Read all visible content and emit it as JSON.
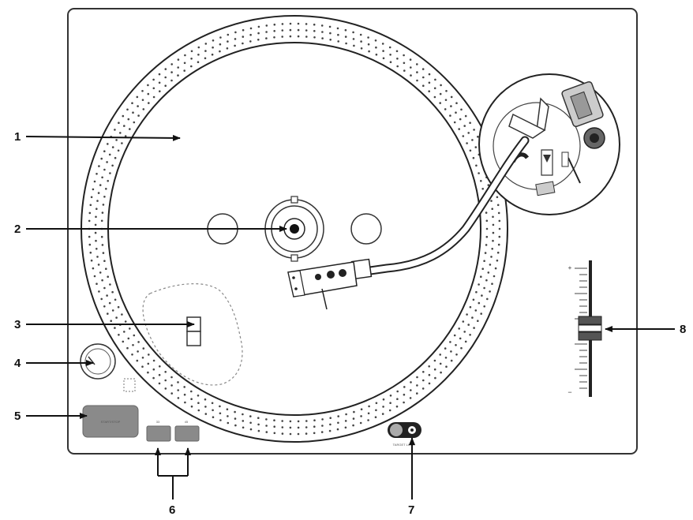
{
  "callouts": [
    {
      "id": "1",
      "label": "1"
    },
    {
      "id": "2",
      "label": "2"
    },
    {
      "id": "3",
      "label": "3"
    },
    {
      "id": "4",
      "label": "4"
    },
    {
      "id": "5",
      "label": "5"
    },
    {
      "id": "6",
      "label": "6"
    },
    {
      "id": "7",
      "label": "7"
    },
    {
      "id": "8",
      "label": "8"
    }
  ],
  "buttons": {
    "start_stop": "START/STOP",
    "speed_33": "33",
    "speed_45": "45",
    "target_light": "TARGET LIGHT"
  },
  "pitch": {
    "top_mark": "+",
    "bottom_mark": "−"
  },
  "icons": {
    "platter": "platter-icon",
    "spindle": "spindle-icon",
    "tonearm": "tonearm-icon",
    "pitch_slider": "pitch-slider-icon"
  }
}
